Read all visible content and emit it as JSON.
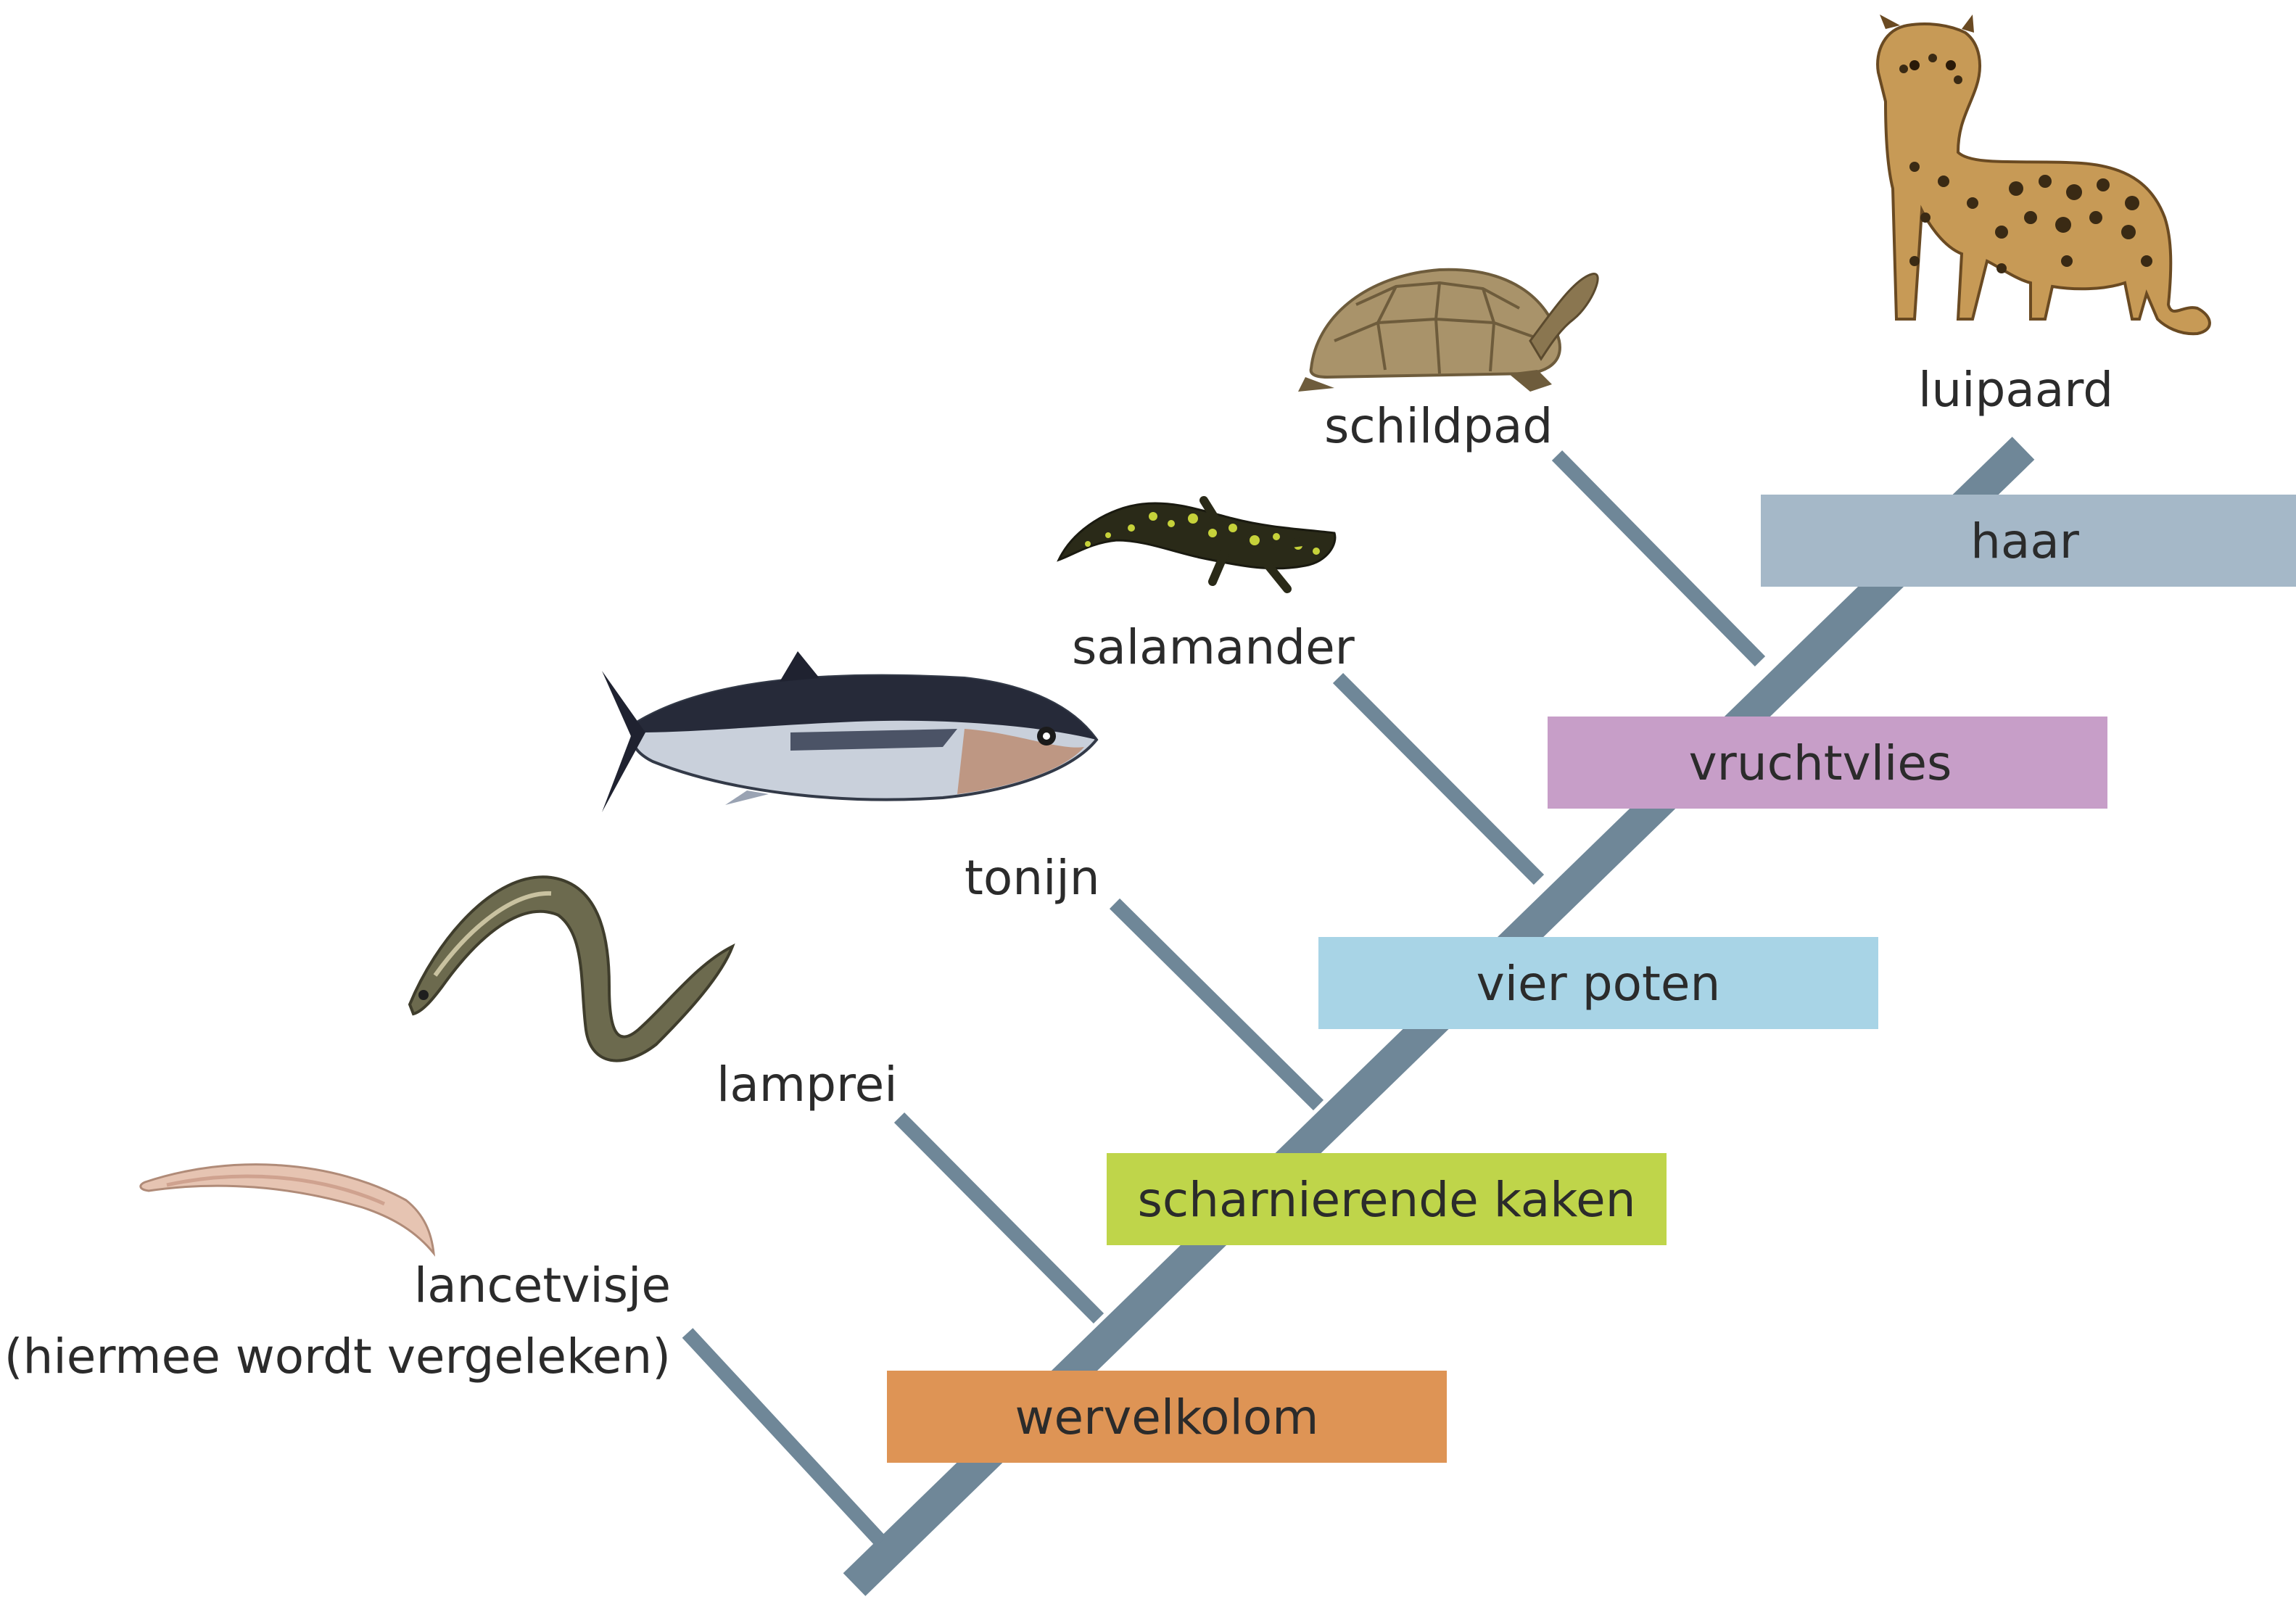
{
  "diagram": {
    "type": "cladogram",
    "colors": {
      "branch": "#6f8798",
      "text": "#2b2b2b",
      "wervelkolom": "#de9455",
      "scharnierende_kaken": "#bfd54a",
      "vier_poten": "#a8d4e6",
      "vruchtvlies": "#c79ec8",
      "haar": "#a5b8c8"
    },
    "taxa": [
      {
        "id": "lancetvisje",
        "label_line1": "lancetvisje",
        "label_line2": "(hiermee wordt vergeleken)",
        "icon": "lancelet-icon"
      },
      {
        "id": "lamprei",
        "label": "lamprei",
        "icon": "lamprey-icon"
      },
      {
        "id": "tonijn",
        "label": "tonijn",
        "icon": "tuna-icon"
      },
      {
        "id": "salamander",
        "label": "salamander",
        "icon": "salamander-icon"
      },
      {
        "id": "schildpad",
        "label": "schildpad",
        "icon": "turtle-icon"
      },
      {
        "id": "luipaard",
        "label": "luipaard",
        "icon": "leopard-icon"
      }
    ],
    "traits": [
      {
        "id": "wervelkolom",
        "label": "wervelkolom"
      },
      {
        "id": "scharnierende_kaken",
        "label": "scharnierende kaken"
      },
      {
        "id": "vier_poten",
        "label": "vier poten"
      },
      {
        "id": "vruchtvlies",
        "label": "vruchtvlies"
      },
      {
        "id": "haar",
        "label": "haar"
      }
    ]
  }
}
